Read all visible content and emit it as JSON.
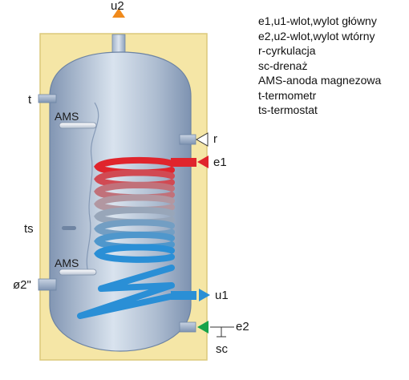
{
  "labels": {
    "u2": "u2",
    "t": "t",
    "ams_top": "AMS",
    "ts": "ts",
    "ams_bottom": "AMS",
    "pipe_size": "ø2\"",
    "r": "r",
    "e1": "e1",
    "u1": "u1",
    "e2": "e2",
    "sc": "sc"
  },
  "legend": [
    "e1,u1-wlot,wylot główny",
    "e2,u2-wlot,wylot wtórny",
    "r-cyrkulacja",
    "sc-drenaż",
    "AMS-anoda magnezowa",
    "t-termometr",
    "ts-termostat"
  ],
  "colors": {
    "insulation": "#f5e6a6",
    "insulation_edge": "#dcc97a",
    "tank_dark": "#7f95b4",
    "tank_light": "#dbe4ef",
    "coil_hot": "#e0242c",
    "coil_cold": "#2a8fd6",
    "arrow_orange": "#f08a1c",
    "arrow_red": "#e0242c",
    "arrow_blue": "#2a8fd6",
    "arrow_green": "#17a34a"
  },
  "icons": {
    "u2": "triangle-up-icon",
    "r": "triangle-left-icon",
    "e1": "triangle-left-icon",
    "u1": "triangle-right-icon",
    "e2": "triangle-left-icon"
  }
}
